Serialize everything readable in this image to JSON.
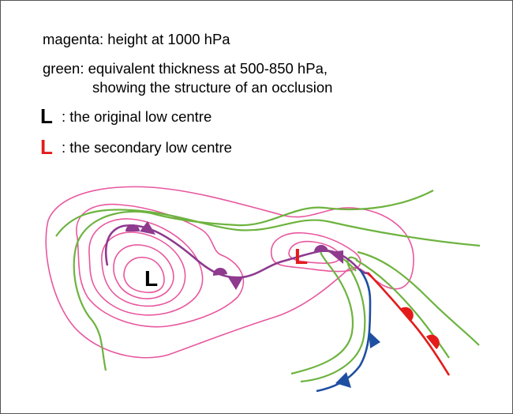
{
  "legend": {
    "line1": "magenta: height at 1000 hPa",
    "line2a": "green: equivalent thickness at 500-850 hPa,",
    "line2b": "showing the structure of an occlusion",
    "line3_symbol": "L",
    "line3_text": ": the original low centre",
    "line4_symbol": "L",
    "line4_text": ": the secondary low centre"
  },
  "map": {
    "original_low_label": "L",
    "secondary_low_label": "L"
  },
  "colors": {
    "height_contour": "#e8579f",
    "thickness_contour": "#6db33f",
    "occluded_front": "#8e3a8f",
    "cold_front": "#1f4fa0",
    "warm_front": "#e31b1b",
    "primary_low": "#000000",
    "secondary_low": "#e31b1b"
  }
}
